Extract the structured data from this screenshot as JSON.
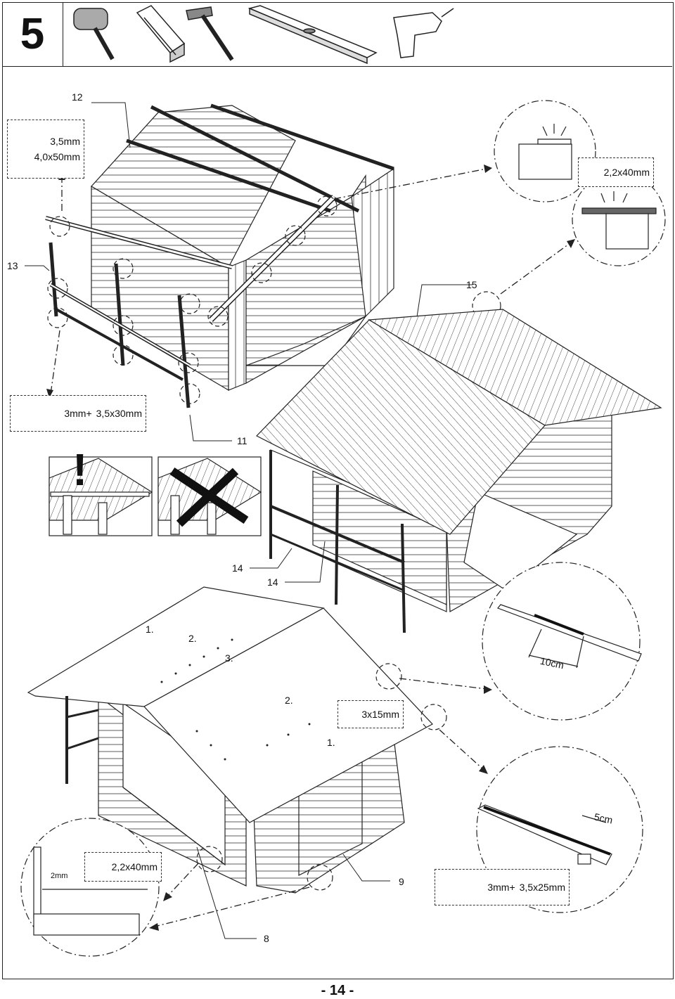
{
  "step_number": "5",
  "tools": [
    "mallet-icon",
    "wood-block-icon",
    "hammer-icon",
    "spirit-level-icon",
    "drill-icon"
  ],
  "callouts": {
    "c12": "12",
    "c13": "13",
    "c15": "15",
    "c11": "11",
    "c14a": "14",
    "c14b": "14",
    "c9": "9",
    "c8": "8"
  },
  "fasteners": {
    "drill_a_bit": "3,5mm",
    "drill_a_screw": "4,0x50mm",
    "drill_b": "3mm+",
    "drill_b_screw": "3,5x30mm",
    "nail_a": "2,2x40mm",
    "nail_b": "3x15mm",
    "nail_c": "2,2x40mm",
    "drill_c": "3mm+",
    "drill_c_screw": "3,5x25mm"
  },
  "gap_labels": {
    "gap_2mm": "2mm",
    "overlap_10cm": "10cm",
    "overhang_5cm": "5cm"
  },
  "sheet_order": {
    "s1": "1.",
    "s2": "2.",
    "s3": "3.",
    "s2b": "2.",
    "s1b": "1."
  },
  "warning_mark": "!",
  "page_label": "- 14 -"
}
